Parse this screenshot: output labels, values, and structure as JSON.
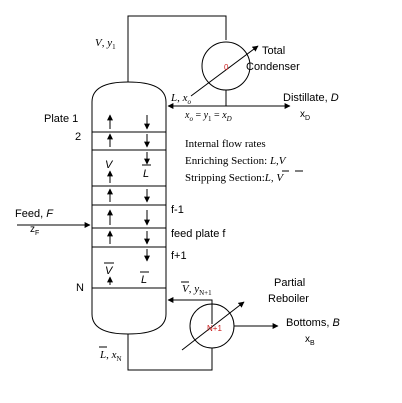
{
  "column": {
    "plate_1": "Plate 1",
    "plate_2": "2",
    "plate_f_minus_1": "f-1",
    "feed_plate": "feed plate f",
    "plate_f_plus_1": "f+1",
    "plate_N": "N",
    "vapor_enriching": "V",
    "liquid_enriching": "L",
    "vapor_stripping": "V",
    "liquid_stripping": "L"
  },
  "top_stream": {
    "V": "V",
    "sep": ", ",
    "y": "y",
    "sub": "1"
  },
  "condenser": {
    "title_line1": "Total",
    "title_line2": "Condenser",
    "index": "0"
  },
  "reflux": {
    "L": "L",
    "sep": ", ",
    "x": "x",
    "sub": "o"
  },
  "reflux_eq": {
    "x": "x",
    "x_sub": "o",
    "eq1": " = ",
    "y": "y",
    "y_sub": "1",
    "eq2": " = ",
    "xd": "x",
    "xd_sub": "D"
  },
  "distillate": {
    "label": "Distillate, ",
    "symbol": "D",
    "composition": "x",
    "composition_sub": "D"
  },
  "flow_rates": {
    "title": "Internal flow rates",
    "enriching_label": "Enriching Section: ",
    "enriching_vars": "L,V",
    "stripping_label": "Stripping Section:",
    "stripping_vars": "L, V"
  },
  "feed": {
    "label": "Feed, ",
    "symbol": "F",
    "composition": "z",
    "composition_sub": "F"
  },
  "reboiler": {
    "title_line1": "Partial",
    "title_line2": "Reboiler",
    "index": "N+1",
    "vapor_V": "V",
    "vapor_sep": ", ",
    "vapor_y": "y",
    "vapor_sub": "N+1"
  },
  "bottoms": {
    "label": "Bottoms, ",
    "symbol": "B",
    "composition": "x",
    "composition_sub": "B"
  },
  "bottom_stream": {
    "L": "L",
    "sep": ", ",
    "x": "x",
    "sub": "N"
  },
  "colors": {
    "line": "#000000",
    "index_text": "#cc1f1f"
  }
}
